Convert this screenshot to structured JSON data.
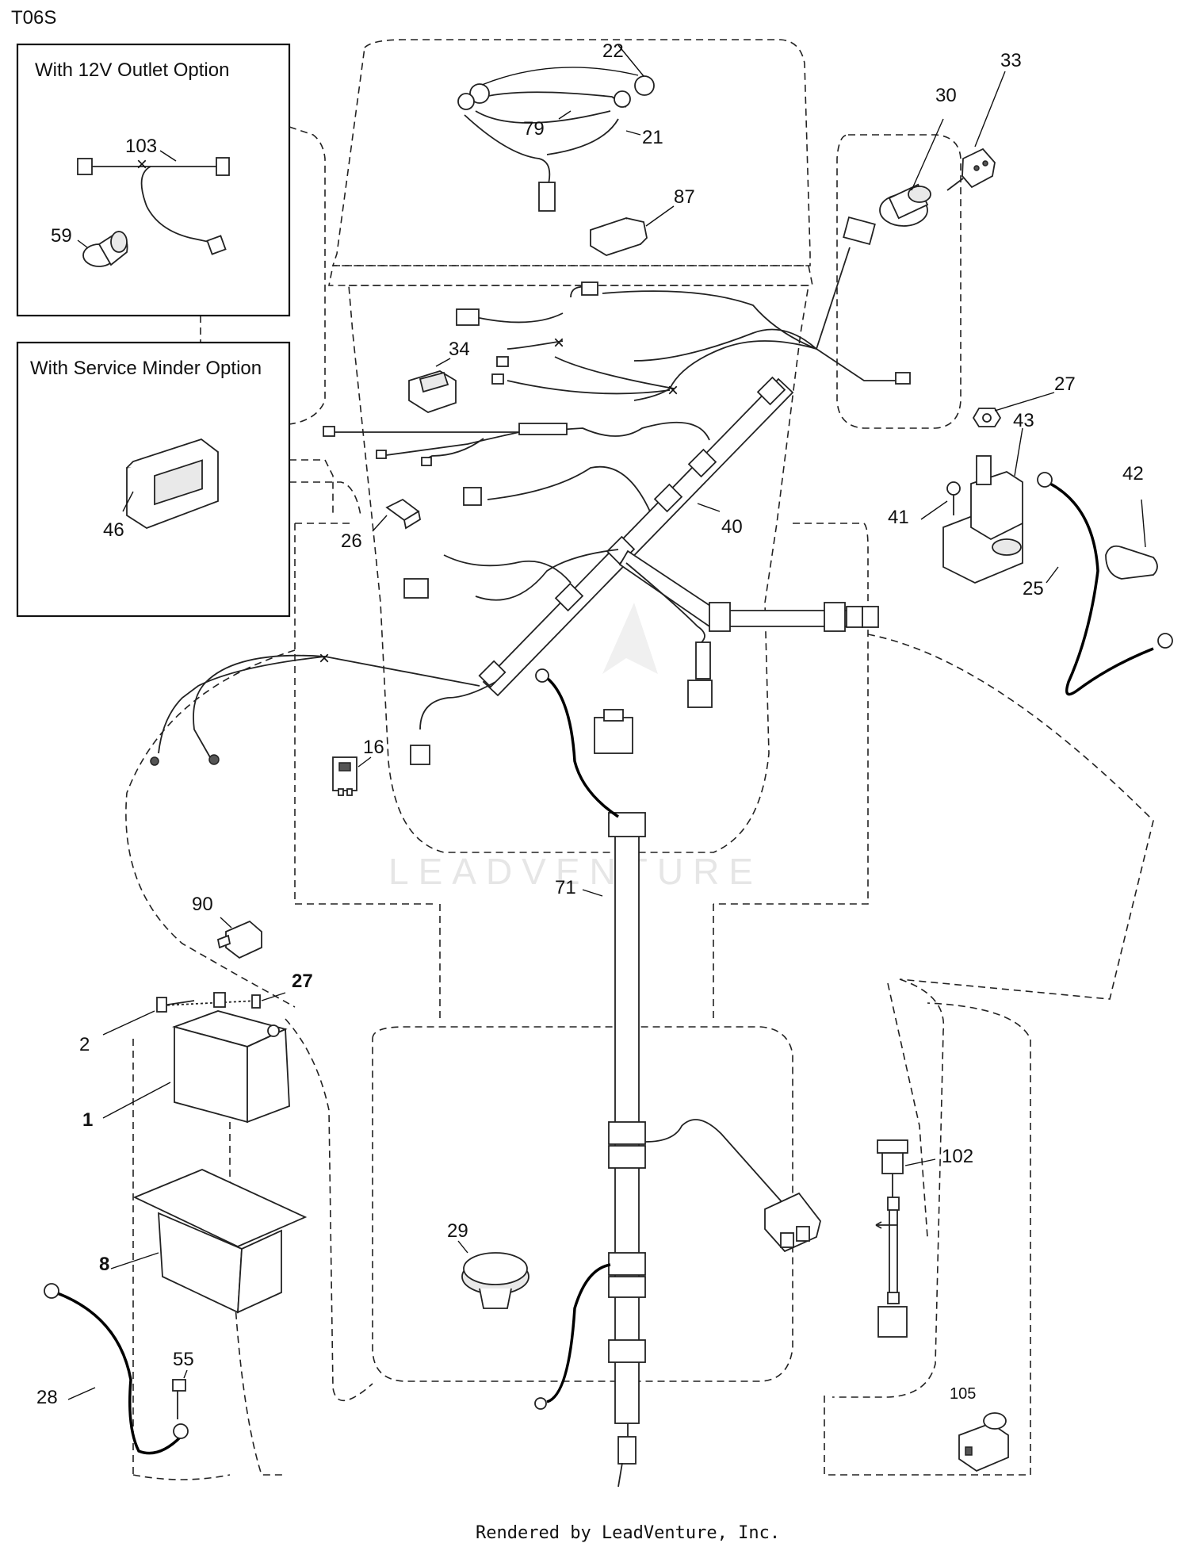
{
  "diagram_id": "T06S",
  "option_boxes": {
    "outlet": {
      "title": "With 12V Outlet Option"
    },
    "service_minder": {
      "title": "With Service Minder Option"
    }
  },
  "callouts": {
    "p1": "1",
    "p2": "2",
    "p8": "8",
    "p16": "16",
    "p21": "21",
    "p22": "22",
    "p25": "25",
    "p26": "26",
    "p27a": "27",
    "p27b": "27",
    "p28": "28",
    "p29": "29",
    "p30": "30",
    "p33": "33",
    "p34": "34",
    "p40": "40",
    "p41": "41",
    "p42": "42",
    "p43": "43",
    "p46": "46",
    "p55": "55",
    "p59": "59",
    "p71": "71",
    "p79": "79",
    "p87": "87",
    "p90": "90",
    "p102": "102",
    "p103": "103",
    "p105": "105"
  },
  "watermark": "LEADVENTURE",
  "footer": "Rendered by LeadVenture, Inc."
}
